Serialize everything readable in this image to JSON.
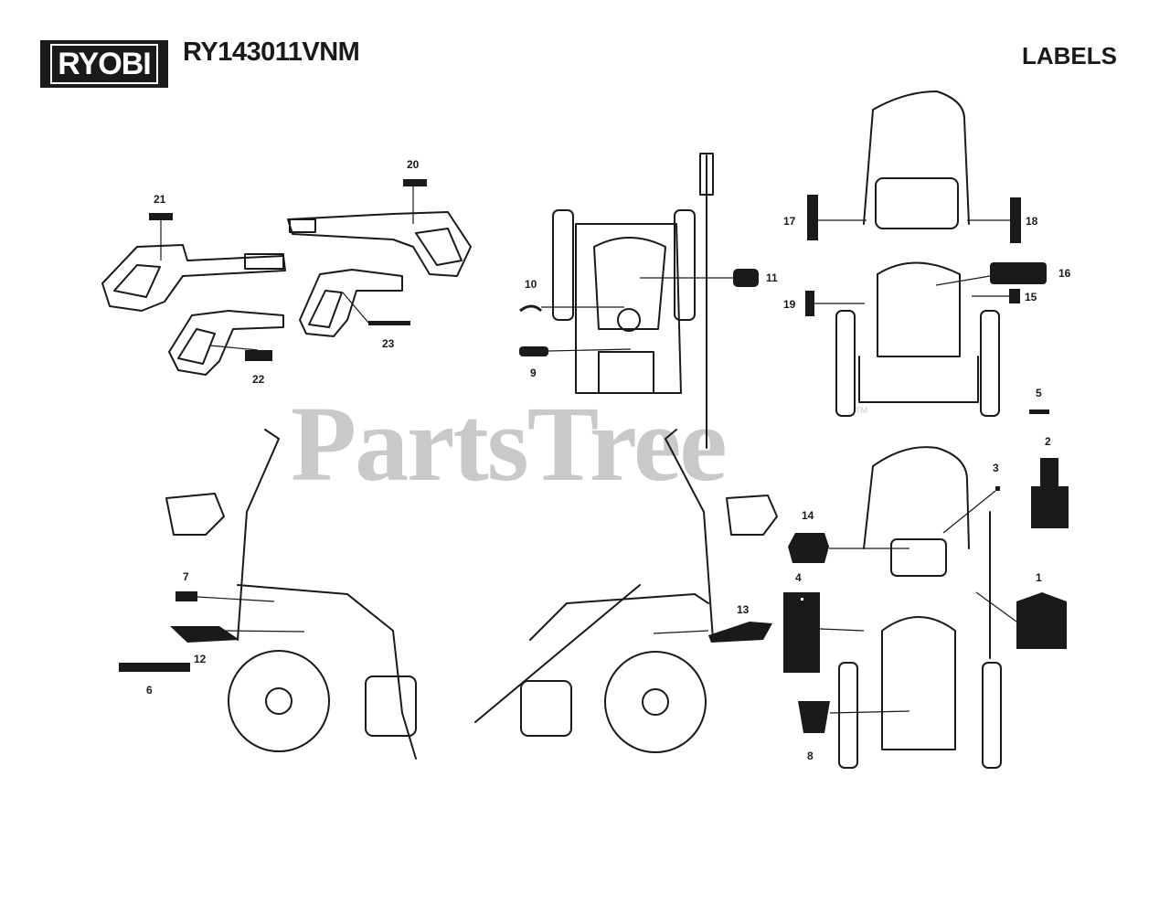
{
  "header": {
    "brand": "RYOBI",
    "model": "RY143011VNM",
    "section_title": "LABELS"
  },
  "watermark": {
    "text": "PartsTree",
    "mark": "TM"
  },
  "callouts": {
    "c1": "1",
    "c2": "2",
    "c3": "3",
    "c4": "4",
    "c5": "5",
    "c6": "6",
    "c7": "7",
    "c8": "8",
    "c9": "9",
    "c10": "10",
    "c11": "11",
    "c12": "12",
    "c13": "13",
    "c14": "14",
    "c15": "15",
    "c16": "16",
    "c17": "17",
    "c18": "18",
    "c19": "19",
    "c20": "20",
    "c21": "21",
    "c22": "22",
    "c23": "23"
  }
}
